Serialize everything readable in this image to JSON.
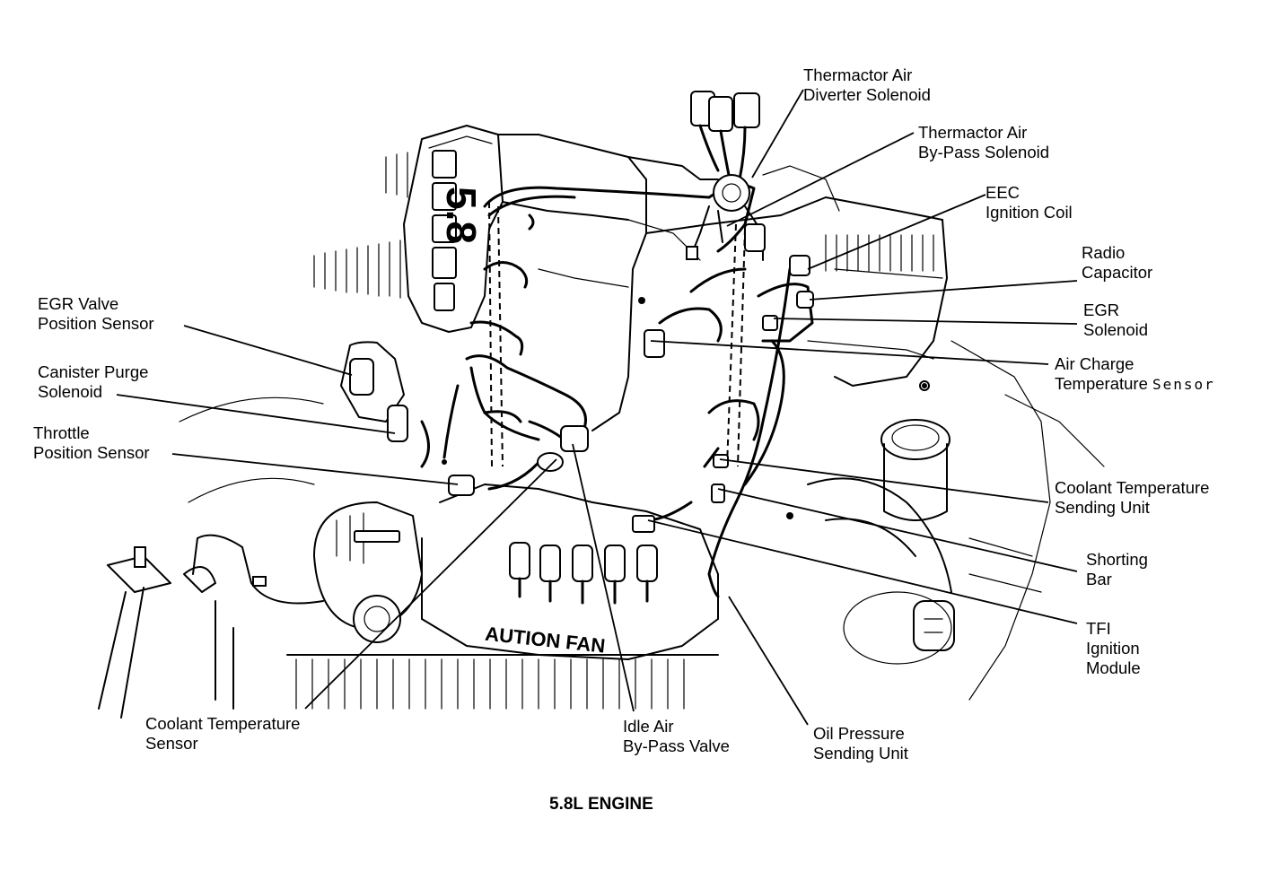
{
  "caption": "5.8L ENGINE",
  "engine_markings": {
    "valve_cover": "5.8",
    "fan_shroud": "AUTION FAN"
  },
  "labels": {
    "thermactor_air_diverter": [
      "Thermactor Air",
      "Diverter Solenoid"
    ],
    "thermactor_air_bypass": [
      "Thermactor Air",
      "By-Pass Solenoid"
    ],
    "eec_ignition_coil": [
      "EEC",
      "Ignition Coil"
    ],
    "radio_capacitor": [
      "Radio",
      "Capacitor"
    ],
    "egr_solenoid": [
      "EGR",
      "Solenoid"
    ],
    "air_charge_temp": [
      "Air Charge",
      "Temperature",
      "Sensor"
    ],
    "egr_valve_position": [
      "EGR Valve",
      "Position Sensor"
    ],
    "canister_purge": [
      "Canister Purge",
      "Solenoid"
    ],
    "throttle_position": [
      "Throttle",
      "Position Sensor"
    ],
    "coolant_temp_sending": [
      "Coolant Temperature",
      "Sending Unit"
    ],
    "shorting_bar": [
      "Shorting",
      "Bar"
    ],
    "tfi_ignition_module": [
      "TFI",
      "Ignition",
      "Module"
    ],
    "coolant_temp_sensor": [
      "Coolant Temperature",
      "Sensor"
    ],
    "idle_air_bypass": [
      "Idle Air",
      "By-Pass Valve"
    ],
    "oil_pressure_sending": [
      "Oil Pressure",
      "Sending Unit"
    ]
  }
}
